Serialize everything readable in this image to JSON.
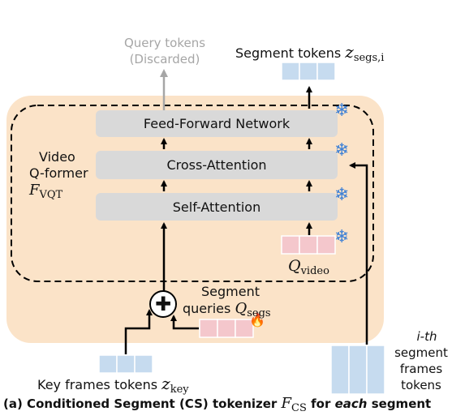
{
  "blocks": {
    "ffn": "Feed-Forward Network",
    "cross_attention": "Cross-Attention",
    "self_attention": "Self-Attention"
  },
  "labels": {
    "query_tokens": "Query tokens",
    "discarded": "(Discarded)",
    "segment_tokens": "Segment tokens",
    "segment_tokens_symbol": "z",
    "segment_tokens_sub": "segs,i",
    "video": "Video",
    "qformer": "Q-former",
    "fvqt_symbol": "F",
    "fvqt_sub": "VQT",
    "q_video_symbol": "Q",
    "q_video_sub": "video",
    "segment": "Segment",
    "queries": "queries",
    "q_segs_symbol": "Q",
    "q_segs_sub": "segs",
    "key_frames": "Key frames tokens",
    "z_key_symbol": "z",
    "z_key_sub": "key",
    "ith": "i-th",
    "segment2": "segment",
    "frames": "frames",
    "tokens": "tokens"
  },
  "caption": {
    "prefix": "(a) Conditioned Segment (CS) tokenizer",
    "symbol": "F",
    "symbol_sub": "CS",
    "for": "for",
    "each": "each",
    "suffix": "segment"
  },
  "icons": {
    "snowflake": "snowflake-icon",
    "fire": "fire-icon",
    "plus": "plus-circle-icon"
  },
  "colors": {
    "outer_box": "#fbe3c8",
    "block": "#d9d9d9",
    "token_blue": "#c6dbef",
    "token_pink": "#f4c7cc",
    "discarded_text": "#a6a6a6",
    "snowflake": "#3b7fd6"
  }
}
